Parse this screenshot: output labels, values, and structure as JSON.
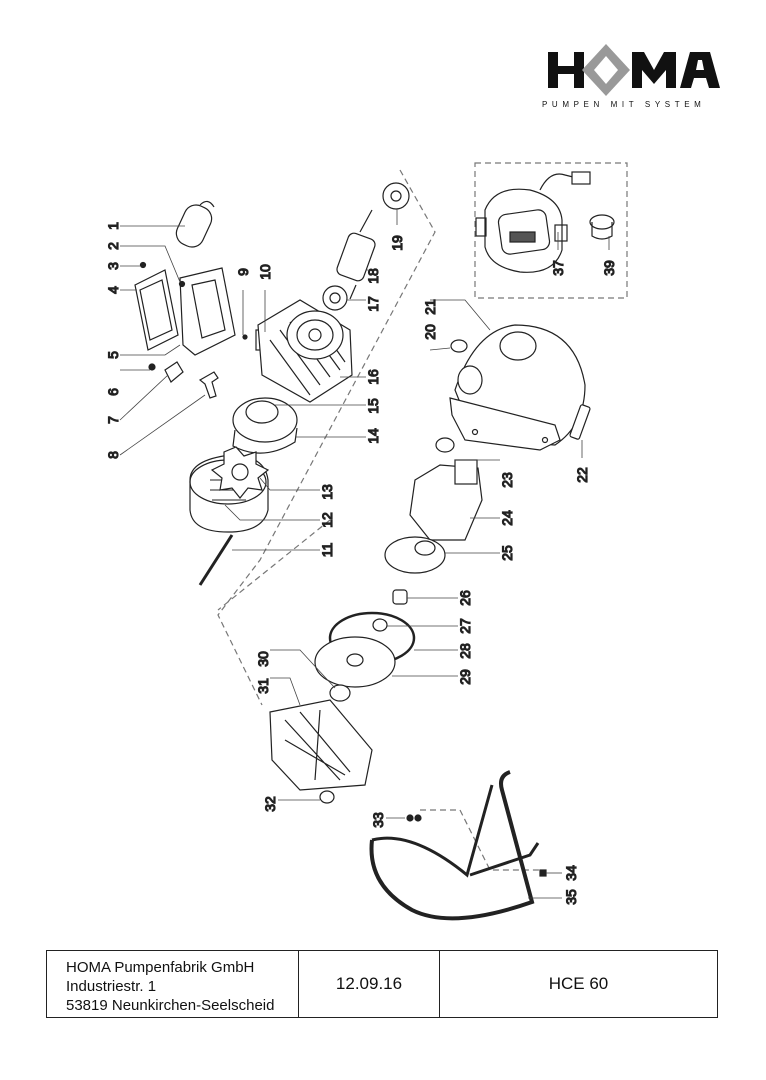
{
  "logo": {
    "brand": "HOMA",
    "tagline": "PUMPEN MIT SYSTEM"
  },
  "parts": {
    "p1": "1",
    "p2": "2",
    "p3": "3",
    "p4": "4",
    "p5": "5",
    "p6": "6",
    "p7": "7",
    "p8": "8",
    "p9": "9",
    "p10": "10",
    "p11": "11",
    "p12": "12",
    "p13": "13",
    "p14": "14",
    "p15": "15",
    "p16": "16",
    "p17": "17",
    "p18": "18",
    "p19": "19",
    "p20": "20",
    "p21": "21",
    "p22": "22",
    "p23": "23",
    "p24": "24",
    "p25": "25",
    "p26": "26",
    "p27": "27",
    "p28": "28",
    "p29": "29",
    "p30": "30",
    "p31": "31",
    "p32": "32",
    "p33": "33",
    "p34": "34",
    "p35": "35",
    "p37": "37",
    "p39": "39"
  },
  "title_block": {
    "company": "HOMA Pumpenfabrik GmbH",
    "street": "Industriestr. 1",
    "city": "53819 Neunkirchen-Seelscheid",
    "date": "12.09.16",
    "model": "HCE 60"
  }
}
